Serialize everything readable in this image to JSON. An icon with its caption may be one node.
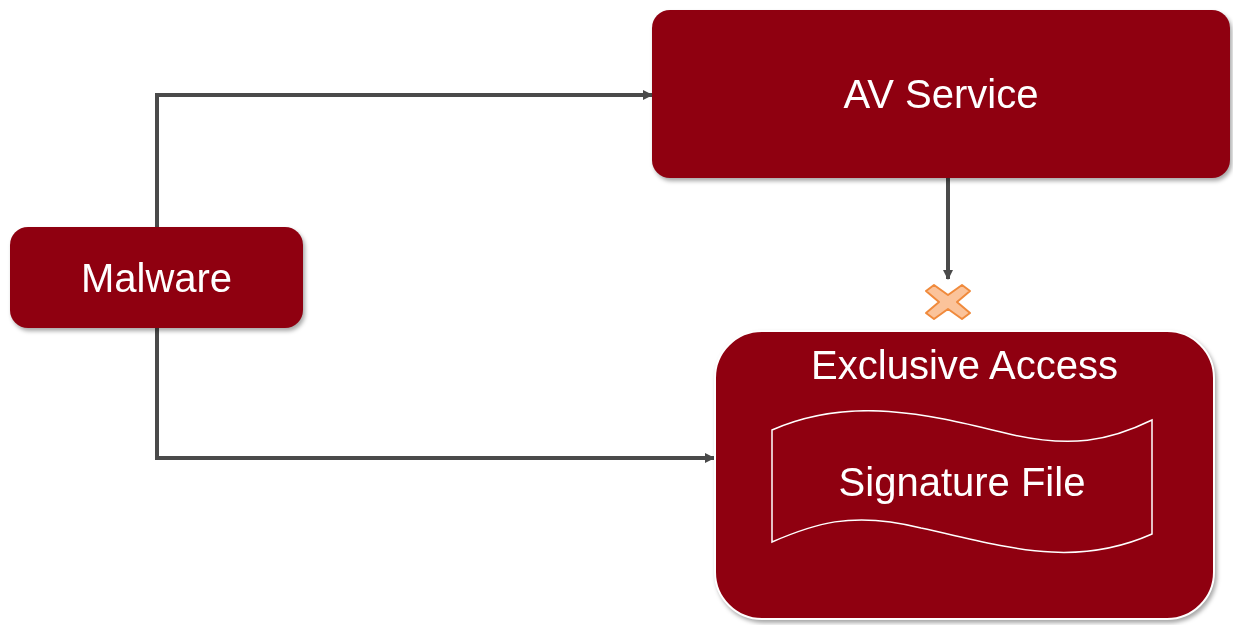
{
  "diagram": {
    "nodes": [
      {
        "text": [
          "Malware"
        ]
      },
      {
        "text": [
          "AV Service"
        ]
      },
      {
        "text": [
          "Exclusive Access"
        ]
      },
      {
        "text": [
          "Signature File"
        ],
        "in": 2
      },
      {
        "text": [],
        "shape": "cross"
      }
    ],
    "edges": [
      {
        "from": 0,
        "to": 1,
        "arrow": "to"
      },
      {
        "from": 0,
        "to": 2,
        "arrow": "to"
      },
      {
        "from": 1,
        "to": 4,
        "arrow": "to"
      }
    ]
  }
}
